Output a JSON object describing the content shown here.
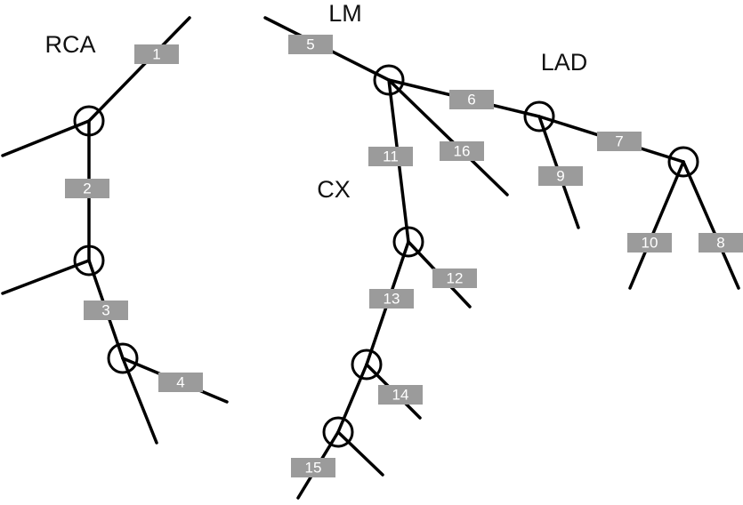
{
  "diagram": {
    "regions": {
      "rca": "RCA",
      "lm": "LM",
      "lad": "LAD",
      "cx": "CX"
    },
    "segments": {
      "s1": "1",
      "s2": "2",
      "s3": "3",
      "s4": "4",
      "s5": "5",
      "s6": "6",
      "s7": "7",
      "s8": "8",
      "s9": "9",
      "s10": "10",
      "s11": "11",
      "s12": "12",
      "s13": "13",
      "s14": "14",
      "s15": "15",
      "s16": "16"
    },
    "colors": {
      "line": "#000000",
      "segment_box": "#9b9b9b",
      "segment_text": "#ffffff"
    }
  }
}
